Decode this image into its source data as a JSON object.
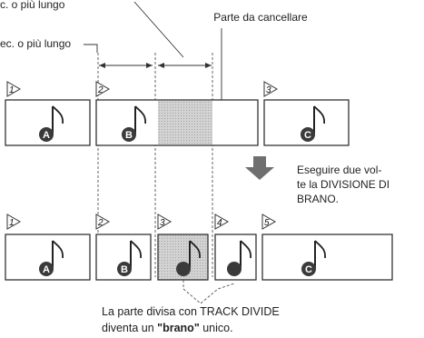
{
  "labels": {
    "top_left_partial": "c. o più lungo",
    "mid_left_partial": "ec. o più lungo",
    "erase_part": "Parte da cancellare",
    "instruction_line1": "Eseguire due vol-",
    "instruction_line2": "te la DIVISIONE DI",
    "instruction_line3": "BRANO.",
    "caption_line1": "La parte divisa con TRACK DIVIDE",
    "caption_line2_pre": "diventa un ",
    "caption_line2_bold": "\"brano\"",
    "caption_line2_post": " unico."
  },
  "top_row": {
    "track_numbers": [
      "1",
      "2",
      "3"
    ],
    "track_letters": [
      "A",
      "B",
      "C"
    ]
  },
  "bottom_row": {
    "track_numbers": [
      "1",
      "2",
      "3",
      "4",
      "5"
    ],
    "track_letters": [
      "A",
      "B",
      "C"
    ]
  },
  "colors": {
    "arrow": "#6f6f6f",
    "erase_fill": "#cfcfcf",
    "note_ball": "#3a3a3a"
  }
}
